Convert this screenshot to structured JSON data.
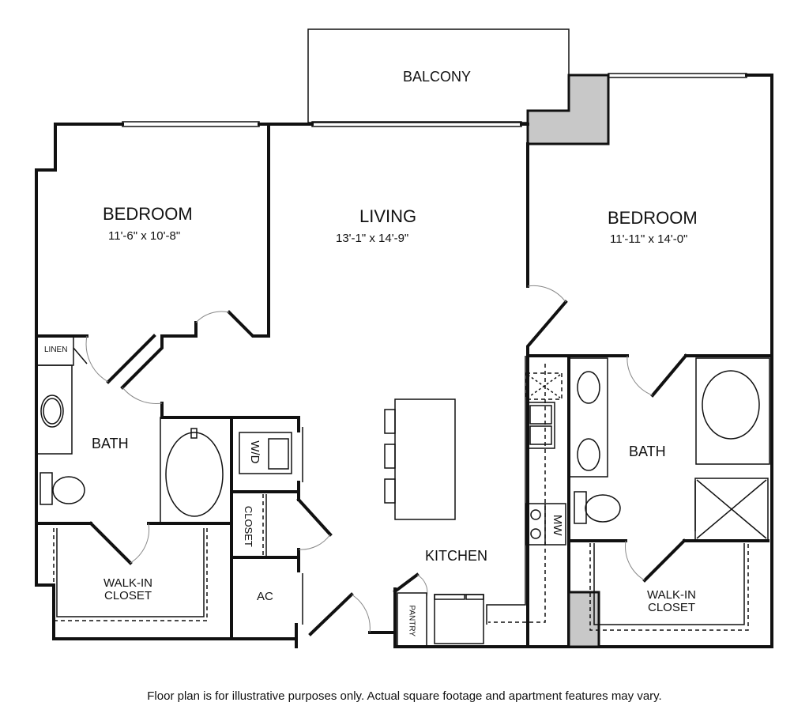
{
  "rooms": {
    "balcony": {
      "name": "BALCONY"
    },
    "bedroom_left": {
      "name": "BEDROOM",
      "dimensions": "11'-6\" x 10'-8\""
    },
    "living": {
      "name": "LIVING",
      "dimensions": "13'-1\" x 14'-9\""
    },
    "bedroom_right": {
      "name": "BEDROOM",
      "dimensions": "11'-11\" x 14'-0\""
    },
    "linen": {
      "name": "LINEN"
    },
    "bath_left": {
      "name": "BATH"
    },
    "washer_dryer": {
      "name": "W/D"
    },
    "closet": {
      "name": "CLOSET"
    },
    "walkin_left": {
      "name": "WALK-IN",
      "name2": "CLOSET"
    },
    "ac": {
      "name": "AC"
    },
    "kitchen": {
      "name": "KITCHEN"
    },
    "pantry": {
      "name": "PANTRY"
    },
    "microwave": {
      "name": "MW"
    },
    "bath_right": {
      "name": "BATH"
    },
    "walkin_right": {
      "name": "WALK-IN",
      "name2": "CLOSET"
    }
  },
  "colors": {
    "wall": "#111111",
    "fill_gray": "#c8c8c8"
  },
  "disclaimer": "Floor plan is for illustrative purposes only.  Actual square footage and apartment features may vary."
}
